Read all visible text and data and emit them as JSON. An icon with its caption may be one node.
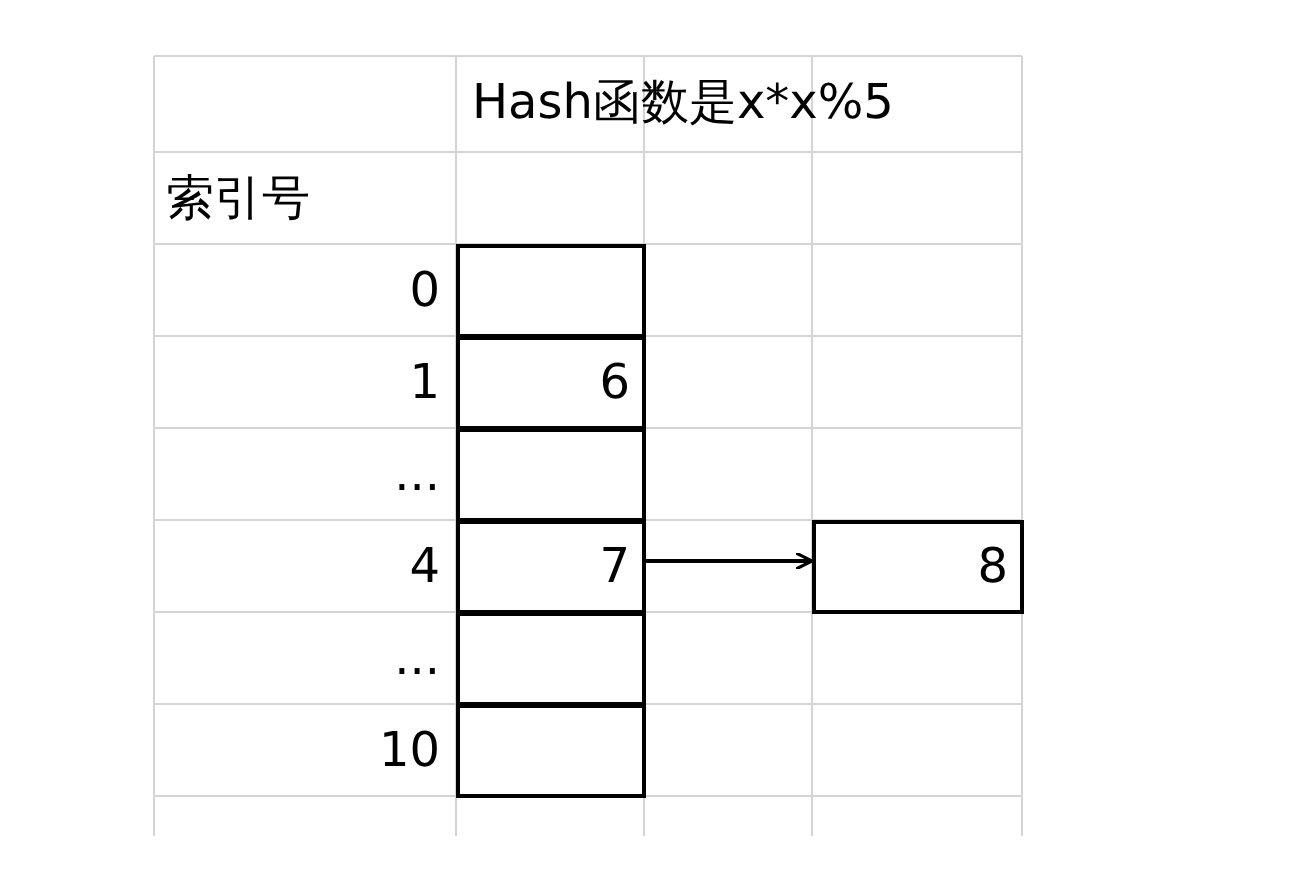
{
  "diagram": {
    "nodes": [
      {
        "text": [],
        "shape": "box"
      },
      {
        "text": [
          "6"
        ]
      },
      {
        "text": [],
        "shape": "box"
      },
      {
        "text": [
          "7"
        ]
      },
      {
        "text": [],
        "shape": "box"
      },
      {
        "text": [],
        "shape": "box"
      },
      {
        "text": [
          "8"
        ]
      }
    ],
    "edges": [
      {
        "from": 3,
        "to": 6,
        "arrow": "to"
      }
    ],
    "labels": [
      "Hash函数是x*x%5",
      "索引号",
      "0",
      "1",
      "...",
      "4",
      "...",
      "10"
    ]
  }
}
